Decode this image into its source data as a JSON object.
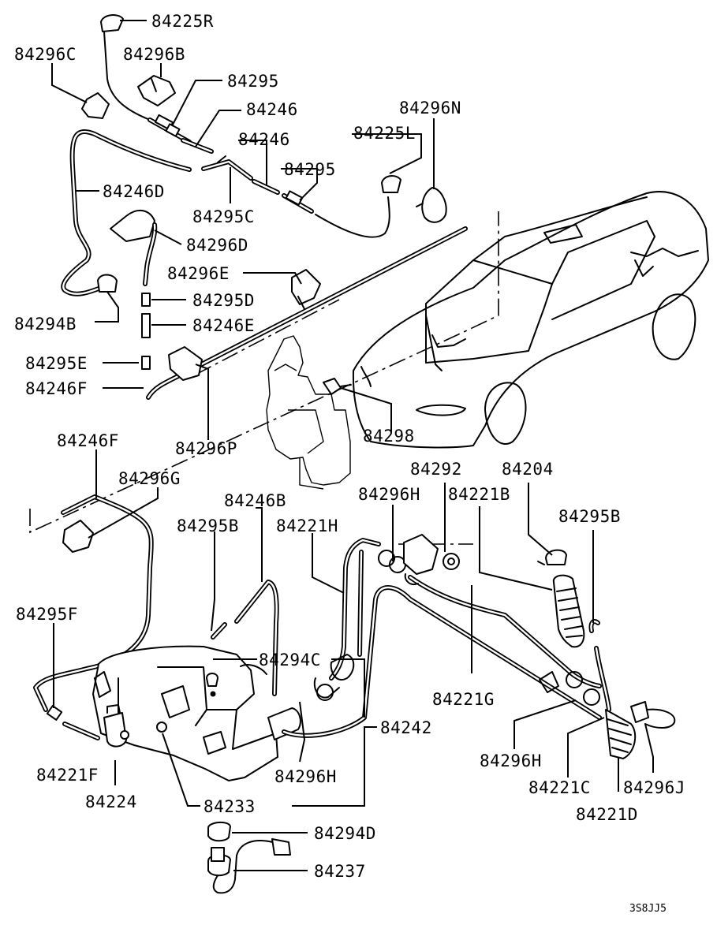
{
  "diagram": {
    "code": "3S8JJ5",
    "labels": [
      {
        "id": "84225R",
        "text": "84225R"
      },
      {
        "id": "84296C",
        "text": "84296C"
      },
      {
        "id": "84296B",
        "text": "84296B"
      },
      {
        "id": "84295-top",
        "text": "84295"
      },
      {
        "id": "84246-a",
        "text": "84246"
      },
      {
        "id": "84246-b",
        "text": "84246"
      },
      {
        "id": "84296N",
        "text": "84296N"
      },
      {
        "id": "84225L",
        "text": "84225L"
      },
      {
        "id": "84295-mid",
        "text": "84295"
      },
      {
        "id": "84246D",
        "text": "84246D"
      },
      {
        "id": "84295C",
        "text": "84295C"
      },
      {
        "id": "84296D",
        "text": "84296D"
      },
      {
        "id": "84296E",
        "text": "84296E"
      },
      {
        "id": "84295D",
        "text": "84295D"
      },
      {
        "id": "84294B",
        "text": "84294B"
      },
      {
        "id": "84246E",
        "text": "84246E"
      },
      {
        "id": "84295E",
        "text": "84295E"
      },
      {
        "id": "84246F-top",
        "text": "84246F"
      },
      {
        "id": "84298",
        "text": "84298"
      },
      {
        "id": "84296P",
        "text": "84296P"
      },
      {
        "id": "84246F-low",
        "text": "84246F"
      },
      {
        "id": "84292",
        "text": "84292"
      },
      {
        "id": "84204",
        "text": "84204"
      },
      {
        "id": "84296G",
        "text": "84296G"
      },
      {
        "id": "84246B",
        "text": "84246B"
      },
      {
        "id": "84296H-top",
        "text": "84296H"
      },
      {
        "id": "84221B",
        "text": "84221B"
      },
      {
        "id": "84295B-left",
        "text": "84295B"
      },
      {
        "id": "84221H",
        "text": "84221H"
      },
      {
        "id": "84295B-right",
        "text": "84295B"
      },
      {
        "id": "84295F",
        "text": "84295F"
      },
      {
        "id": "84294C",
        "text": "84294C"
      },
      {
        "id": "84221G",
        "text": "84221G"
      },
      {
        "id": "84242",
        "text": "84242"
      },
      {
        "id": "84296H-right",
        "text": "84296H"
      },
      {
        "id": "84221F",
        "text": "84221F"
      },
      {
        "id": "84296H-low",
        "text": "84296H"
      },
      {
        "id": "84221C",
        "text": "84221C"
      },
      {
        "id": "84296J",
        "text": "84296J"
      },
      {
        "id": "84224",
        "text": "84224"
      },
      {
        "id": "84233",
        "text": "84233"
      },
      {
        "id": "84221D",
        "text": "84221D"
      },
      {
        "id": "84294D",
        "text": "84294D"
      },
      {
        "id": "84237",
        "text": "84237"
      }
    ]
  }
}
